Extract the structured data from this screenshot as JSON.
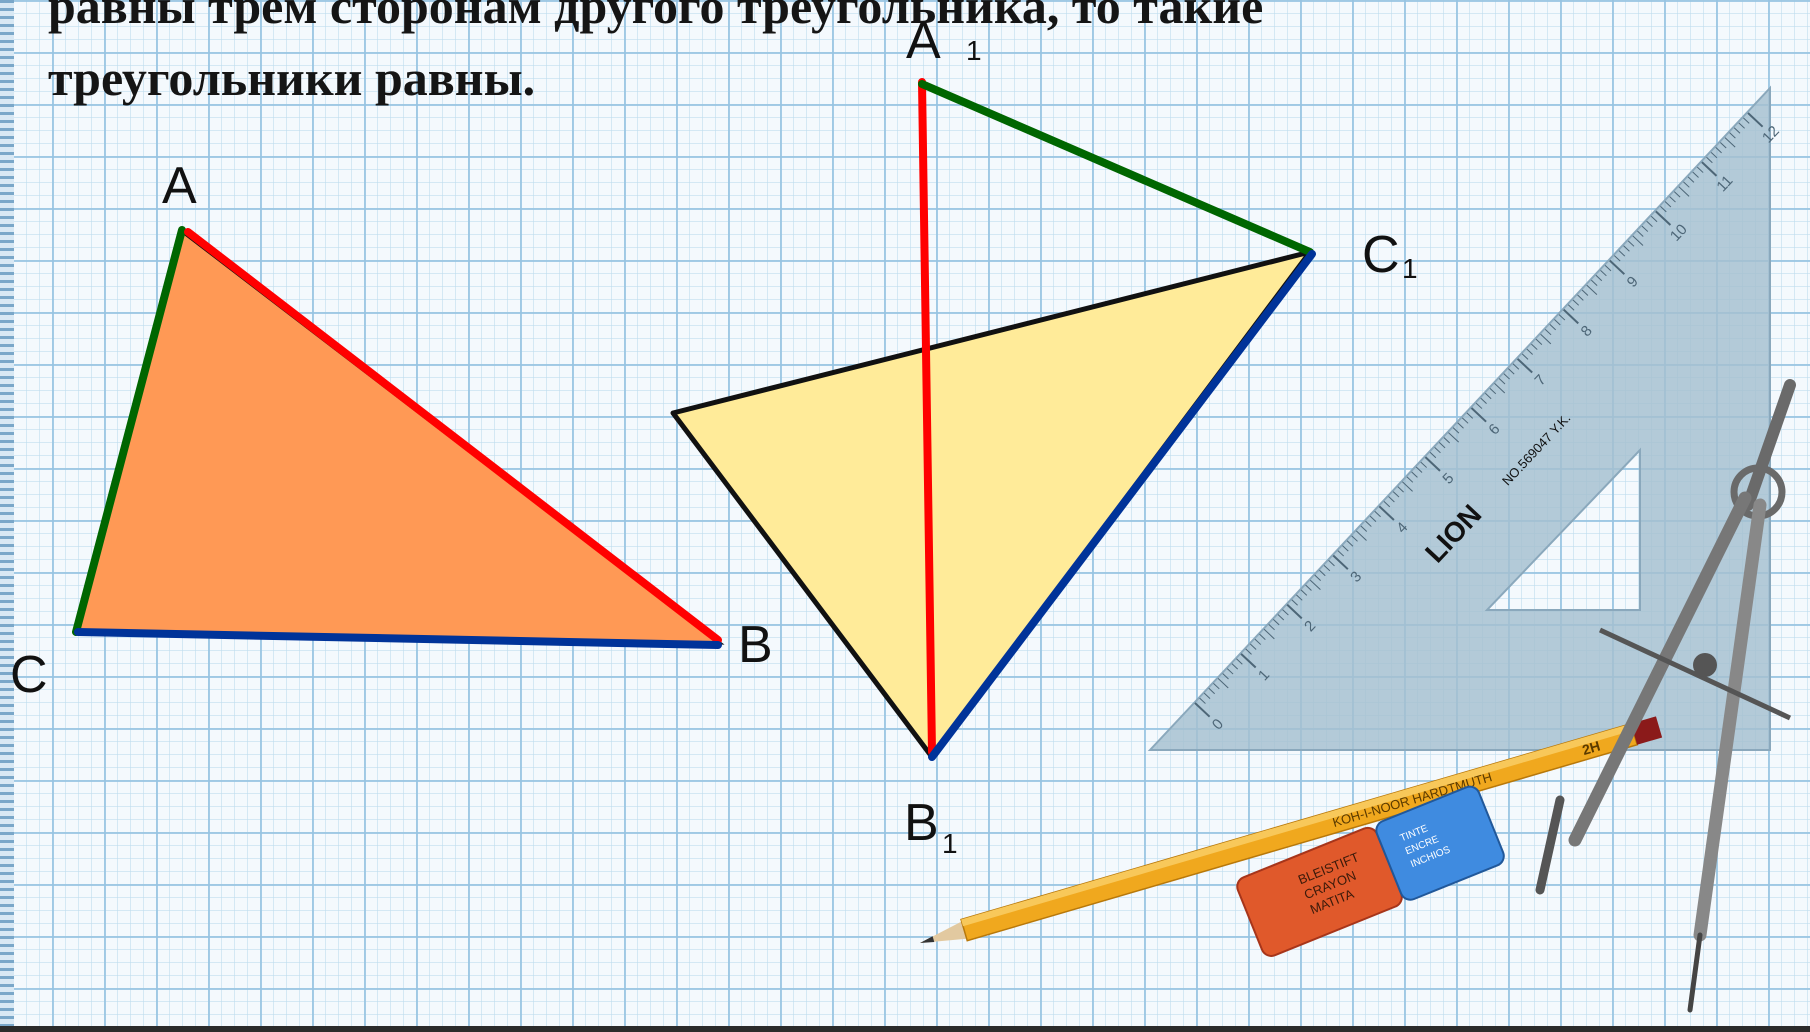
{
  "heading": {
    "line1": "равны трем сторонам другого треугольника, то такие",
    "line2": "треугольники равны."
  },
  "triangle_abc": {
    "fill": "#ff9955",
    "vertices": {
      "A": "A",
      "B": "B",
      "C": "C"
    },
    "sides": {
      "AB": "#ff0000",
      "AC": "#006600",
      "BC": "#003399"
    }
  },
  "triangle_a1b1c1": {
    "fill": "#ffeb99",
    "vertices": {
      "A1": "A",
      "A1_sub": "1",
      "B1": "B",
      "B1_sub": "1",
      "C1": "C",
      "C1_sub": "1"
    },
    "sides": {
      "A1B1": "#ff0000",
      "A1C1": "#006600",
      "B1C1": "#003399"
    }
  },
  "set_square": {
    "brand": "LION",
    "model": "NO.569047 Y.K.",
    "scale": [
      "0",
      "1",
      "2",
      "3",
      "4",
      "5",
      "6",
      "7",
      "8",
      "9",
      "10",
      "11",
      "12"
    ]
  },
  "pencil": {
    "brand": "KOH-I-NOOR HARDTMUTH",
    "grade": "2H"
  },
  "eraser": {
    "left_text": [
      "BLEISTIFT",
      "CRAYON",
      "MATITA"
    ],
    "right_text": [
      "TINTE",
      "ENCRE",
      "INCHIOS"
    ]
  }
}
